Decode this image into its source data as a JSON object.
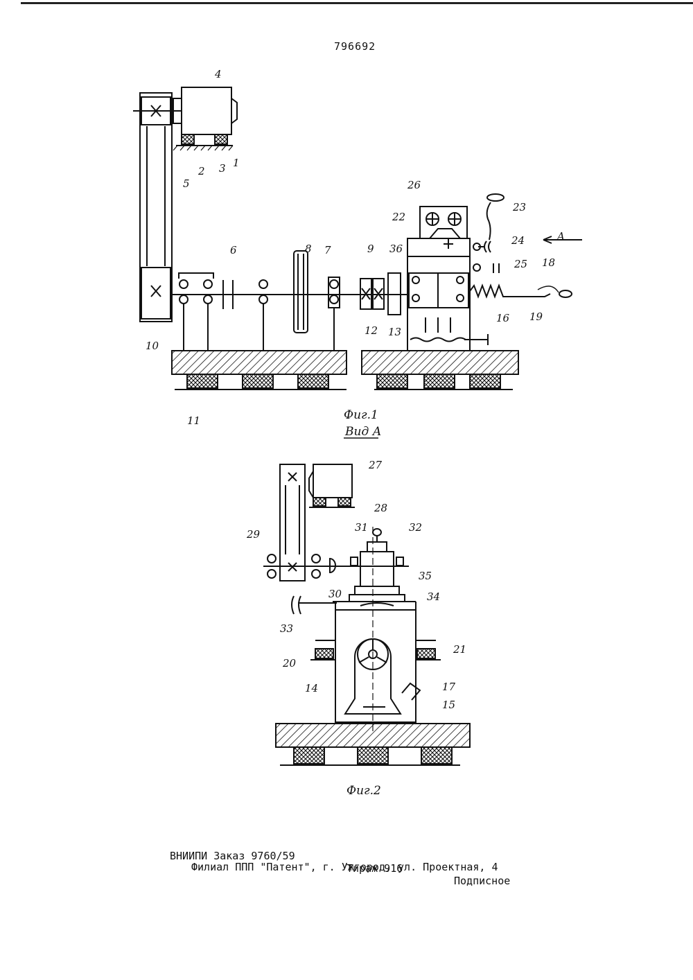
{
  "document": {
    "patent_number": "796692",
    "figures": [
      {
        "caption": "Фиг.1",
        "view": "Вид А"
      },
      {
        "caption": "Фиг.2"
      }
    ],
    "labels_fig1": [
      "1",
      "2",
      "3",
      "4",
      "5",
      "6",
      "7",
      "8",
      "9",
      "10",
      "11",
      "12",
      "13",
      "16",
      "18",
      "19",
      "22",
      "23",
      "24",
      "25",
      "26",
      "36",
      "A"
    ],
    "labels_fig2": [
      "14",
      "15",
      "17",
      "20",
      "21",
      "27",
      "28",
      "29",
      "30",
      "31",
      "32",
      "33",
      "34",
      "35"
    ],
    "footer": {
      "order": "ВНИИПИ Заказ 9760/59",
      "circulation": "Тираж 916",
      "subscription": "Подписное",
      "branch": "Филиал ППП \"Патент\", г. Ужгород, ул. Проектная, 4"
    }
  }
}
